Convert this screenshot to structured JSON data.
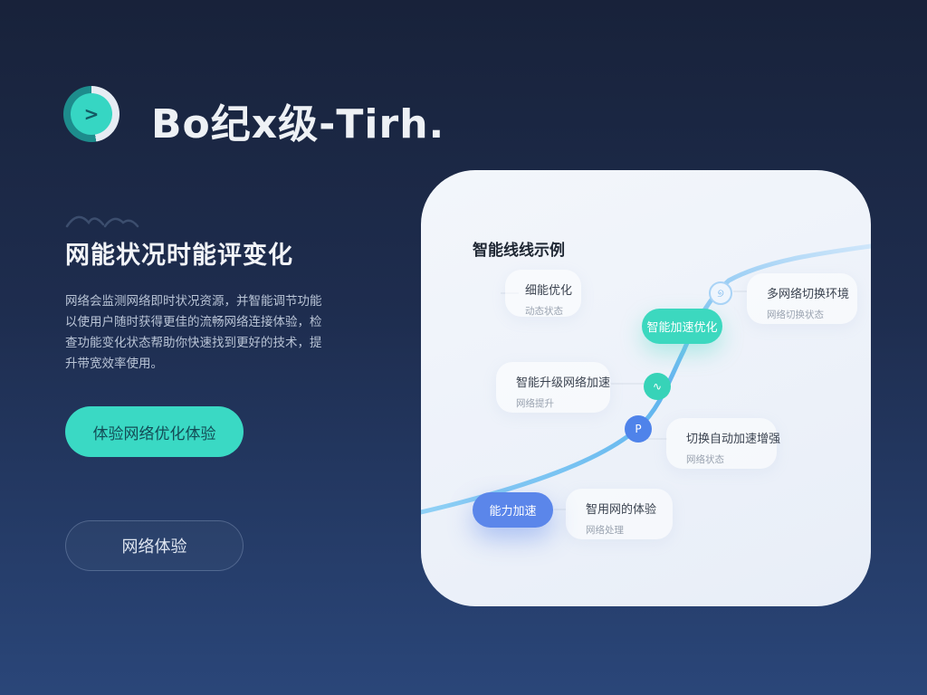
{
  "brand": {
    "logo_icon": "chevron-right-icon",
    "logo_glyph": ">",
    "name": "Bo纪x级-Tirh."
  },
  "hero": {
    "decor_icon": "cloud-icon",
    "headline": "网能状况时能评变化",
    "description": "网络会监测网络即时状况资源，并智能调节功能以使用户随时获得更佳的流畅网络连接体验，检查功能变化状态帮助你快速找到更好的技术，提升带宽效率使用。",
    "primary_button": "体验网络优化体验",
    "secondary_button": "网络体验"
  },
  "panel": {
    "title": "智能线线示例",
    "cards": [
      {
        "title": "细能优化",
        "subtitle": "动态状态"
      },
      {
        "title": "多网络切换环境",
        "subtitle": "网络切换状态"
      },
      {
        "title": "智能升级网络加速",
        "subtitle": "网络提升"
      },
      {
        "title": "切换自动加速增强",
        "subtitle": "网络状态"
      },
      {
        "title": "智用网的体验",
        "subtitle": "网络处理"
      }
    ],
    "pills": {
      "teal": "智能加速优化",
      "blue": "能力加速"
    },
    "nodes": {
      "ring_icon": "swirl-icon",
      "ring_glyph": "୭",
      "teal_icon": "wave-icon",
      "teal_glyph": "∿",
      "blue_icon": "pin-icon",
      "blue_glyph": "P"
    }
  },
  "colors": {
    "accent_teal": "#3ad9c4",
    "accent_blue": "#5b86ea",
    "route_line": "#6fbdf0",
    "bg_top": "#18223a",
    "bg_bottom": "#2a4679"
  }
}
